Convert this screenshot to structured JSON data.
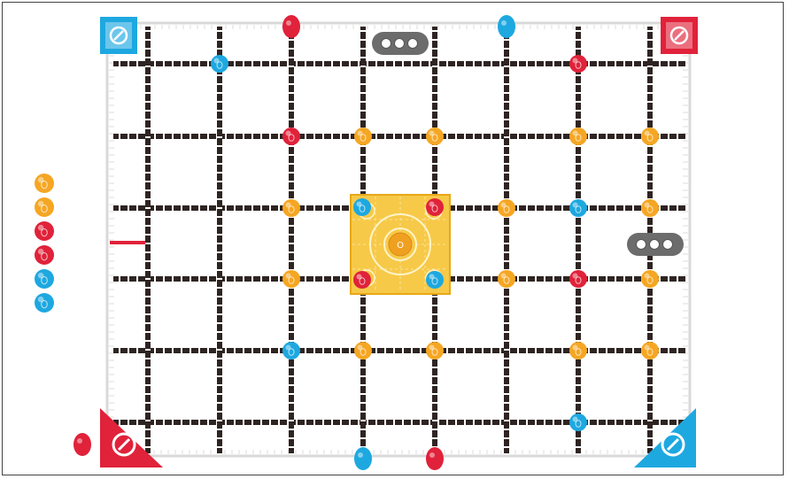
{
  "board": {
    "columns": 8,
    "rows": 6,
    "center_goal_color": "#f7c948",
    "center_symbol": "O",
    "background_color": "#ffffff",
    "grid_line_color": "#3b2f2f",
    "frame_color": "#dcdcdc"
  },
  "colors": {
    "yellow": "#f5a623",
    "red": "#e0223a",
    "blue": "#1ea8e0",
    "gray": "#6c6c6c",
    "red_corner": "#e0223a",
    "blue_corner": "#2aa6e0"
  },
  "side_pieces": [
    {
      "color": "yellow",
      "label": "U"
    },
    {
      "color": "yellow",
      "label": "U"
    },
    {
      "color": "red",
      "label": "U"
    },
    {
      "color": "red",
      "label": "U"
    },
    {
      "color": "blue",
      "label": "U"
    },
    {
      "color": "blue",
      "label": "U"
    }
  ],
  "field_pieces": [
    {
      "color": "yellow",
      "col": 3,
      "row": 1,
      "label": "U"
    },
    {
      "color": "yellow",
      "col": 4,
      "row": 1,
      "label": "U"
    },
    {
      "color": "yellow",
      "col": 2,
      "row": 2,
      "label": "U"
    },
    {
      "color": "yellow",
      "col": 5,
      "row": 2,
      "label": "U"
    },
    {
      "color": "yellow",
      "col": 2,
      "row": 3,
      "label": "U"
    },
    {
      "color": "yellow",
      "col": 5,
      "row": 3,
      "label": "U"
    },
    {
      "color": "yellow",
      "col": 3,
      "row": 4,
      "label": "U"
    },
    {
      "color": "yellow",
      "col": 4,
      "row": 4,
      "label": "U"
    },
    {
      "color": "yellow",
      "col": 6,
      "row": 1,
      "label": "U"
    },
    {
      "color": "yellow",
      "col": 7,
      "row": 1,
      "label": "U"
    },
    {
      "color": "yellow",
      "col": 7,
      "row": 2,
      "label": "U"
    },
    {
      "color": "yellow",
      "col": 7,
      "row": 3,
      "label": "U"
    },
    {
      "color": "yellow",
      "col": 6,
      "row": 4,
      "label": "U"
    },
    {
      "color": "yellow",
      "col": 7,
      "row": 4,
      "label": "U"
    },
    {
      "color": "red",
      "col": 6,
      "row": 0,
      "label": "U"
    },
    {
      "color": "red",
      "col": 2,
      "row": 1,
      "label": "U"
    },
    {
      "color": "red",
      "col": 6,
      "row": 3,
      "label": "U"
    },
    {
      "color": "blue",
      "col": 1,
      "row": 0,
      "label": "U"
    },
    {
      "color": "blue",
      "col": 6,
      "row": 2,
      "label": "U"
    },
    {
      "color": "blue",
      "col": 2,
      "row": 4,
      "label": "U"
    },
    {
      "color": "blue",
      "col": 6,
      "row": 5,
      "label": "U"
    }
  ],
  "center_pieces": [
    {
      "color": "blue",
      "corner": "tl",
      "label": "U"
    },
    {
      "color": "red",
      "corner": "tr",
      "label": "U"
    },
    {
      "color": "red",
      "corner": "bl",
      "label": "U"
    },
    {
      "color": "blue",
      "corner": "br",
      "label": "U"
    }
  ],
  "edge_pieces": [
    {
      "color": "red",
      "edge": "top",
      "col": 2
    },
    {
      "color": "blue",
      "edge": "top",
      "col": 5
    },
    {
      "color": "blue",
      "edge": "bottom",
      "col": 3
    },
    {
      "color": "red",
      "edge": "bottom",
      "col": 4
    },
    {
      "color": "red",
      "edge": "outside-bottom-left"
    }
  ],
  "goal_stands": [
    {
      "color": "gray",
      "edge": "top",
      "holes": 3
    },
    {
      "color": "gray",
      "edge": "right",
      "holes": 3
    }
  ],
  "corner_zones": [
    {
      "corner": "tl",
      "color": "blue",
      "shape": "small-square"
    },
    {
      "corner": "tr",
      "color": "red",
      "shape": "small-square"
    },
    {
      "corner": "bl",
      "color": "red",
      "shape": "triangle"
    },
    {
      "corner": "br",
      "color": "blue",
      "shape": "triangle"
    }
  ]
}
